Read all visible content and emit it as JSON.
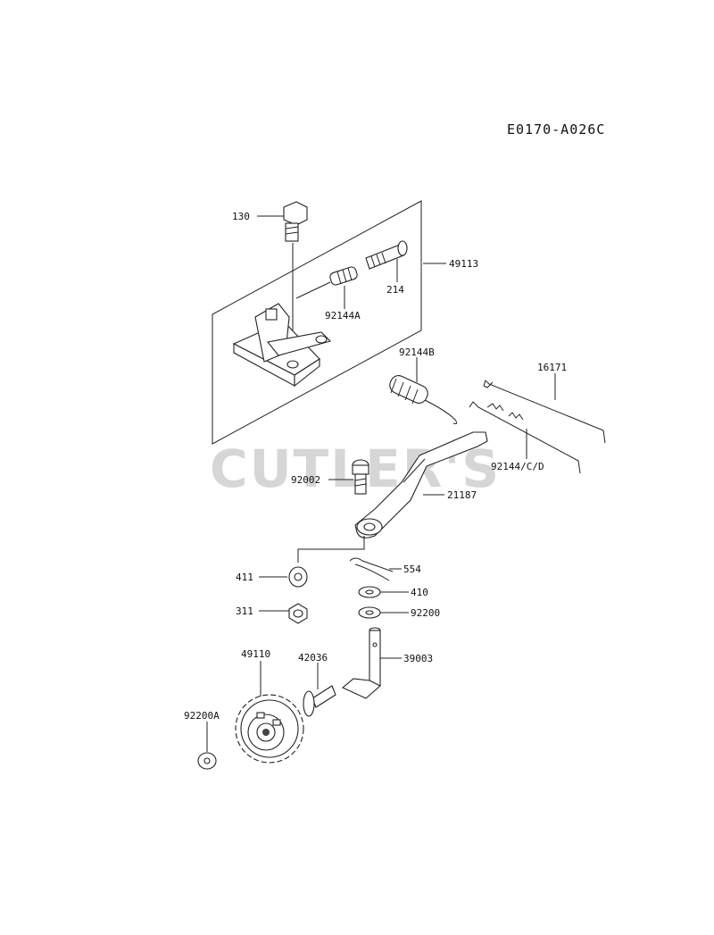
{
  "diagram_code": "E0170-A026C",
  "watermark": "CUTLER'S",
  "parts": {
    "p130": "130",
    "p49113": "49113",
    "p214": "214",
    "p92144A": "92144A",
    "p92144B": "92144B",
    "p16171": "16171",
    "p92144CD": "92144/C/D",
    "p92002": "92002",
    "p21187": "21187",
    "p411": "411",
    "p554": "554",
    "p410": "410",
    "p311": "311",
    "p92200": "92200",
    "p49110": "49110",
    "p42036": "42036",
    "p39003": "39003",
    "p92200A": "92200A"
  }
}
